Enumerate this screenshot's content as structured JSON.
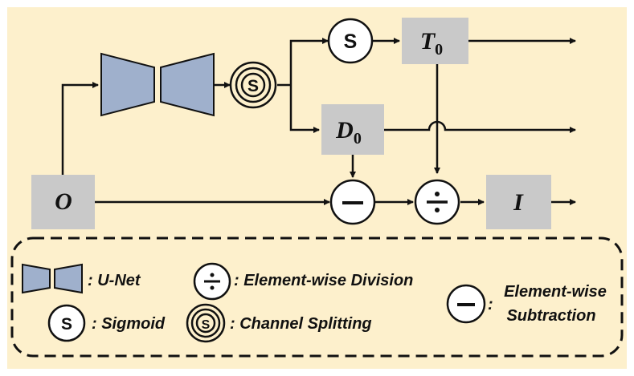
{
  "colors": {
    "background": "#fdf0cc",
    "box": "#c9c9c9",
    "unet": "#9fb0cc",
    "stroke": "#111111"
  },
  "nodes": {
    "input": {
      "main": "O",
      "sub": ""
    },
    "t0": {
      "main": "T",
      "sub": "0"
    },
    "d0": {
      "main": "D",
      "sub": "0"
    },
    "output": {
      "main": "I",
      "sub": ""
    },
    "sigmoid_symbol": "S",
    "split_symbol": "S",
    "subtract_symbol": "−",
    "divide_symbol": "÷"
  },
  "legend": {
    "unet": ": U-Net",
    "division": ": Element-wise Division",
    "subtraction_line1": "Element-wise",
    "subtraction_line2": "Subtraction",
    "subtraction_colon": ":",
    "sigmoid": ": Sigmoid",
    "splitting": ": Channel Splitting"
  }
}
